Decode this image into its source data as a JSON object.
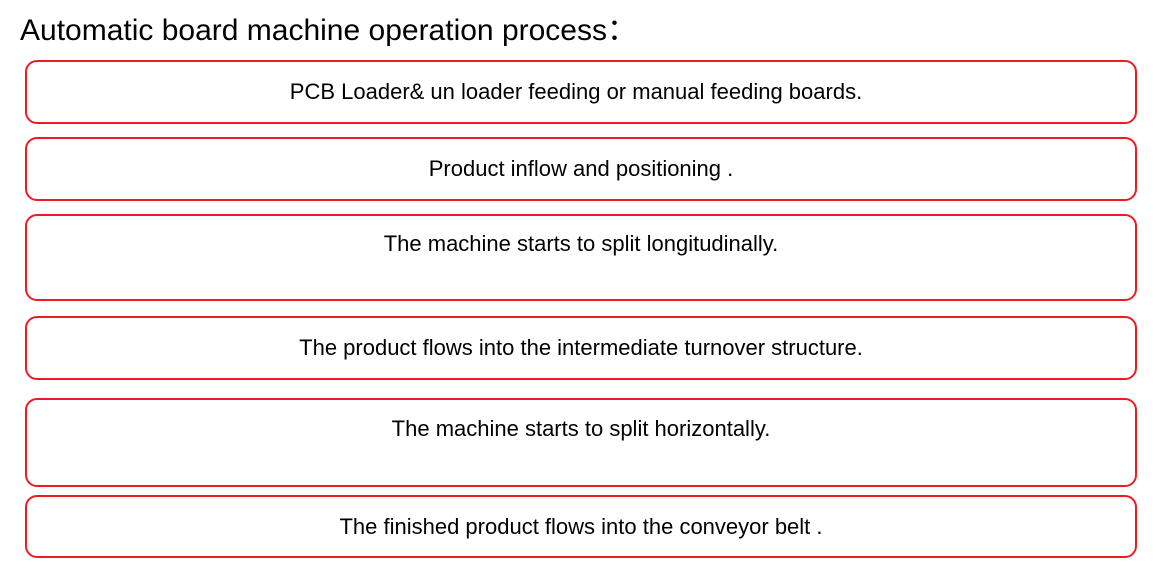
{
  "title": "Automatic board machine operation process：",
  "accent_color": "#ee1b24",
  "steps": [
    {
      "text": "PCB Loader& un loader feeding or manual feeding boards."
    },
    {
      "text": "Product inflow and positioning ."
    },
    {
      "text": "The machine starts to split longitudinally."
    },
    {
      "text": "The product flows into the intermediate turnover structure."
    },
    {
      "text": "The machine starts to split horizontally."
    },
    {
      "text": "The finished product flows into the conveyor belt ."
    }
  ]
}
